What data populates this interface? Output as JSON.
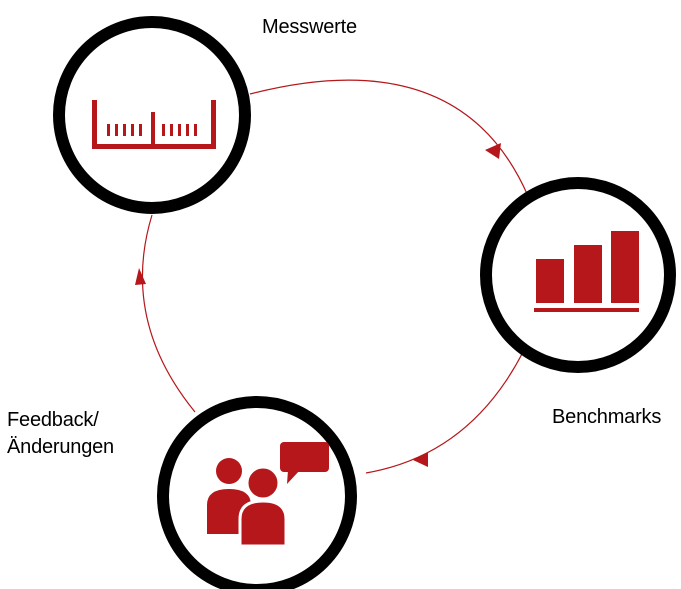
{
  "labels": {
    "measurements": "Messwerte",
    "benchmarks": "Benchmarks",
    "feedback_line1": "Feedback/",
    "feedback_line2": "Änderungen"
  },
  "colors": {
    "accent": "#b5171b",
    "ring": "#000000",
    "text": "#000000",
    "background": "#ffffff"
  },
  "icons": {
    "measurements": "ruler-icon",
    "benchmarks": "bar-chart-icon",
    "feedback": "people-chat-icon"
  }
}
